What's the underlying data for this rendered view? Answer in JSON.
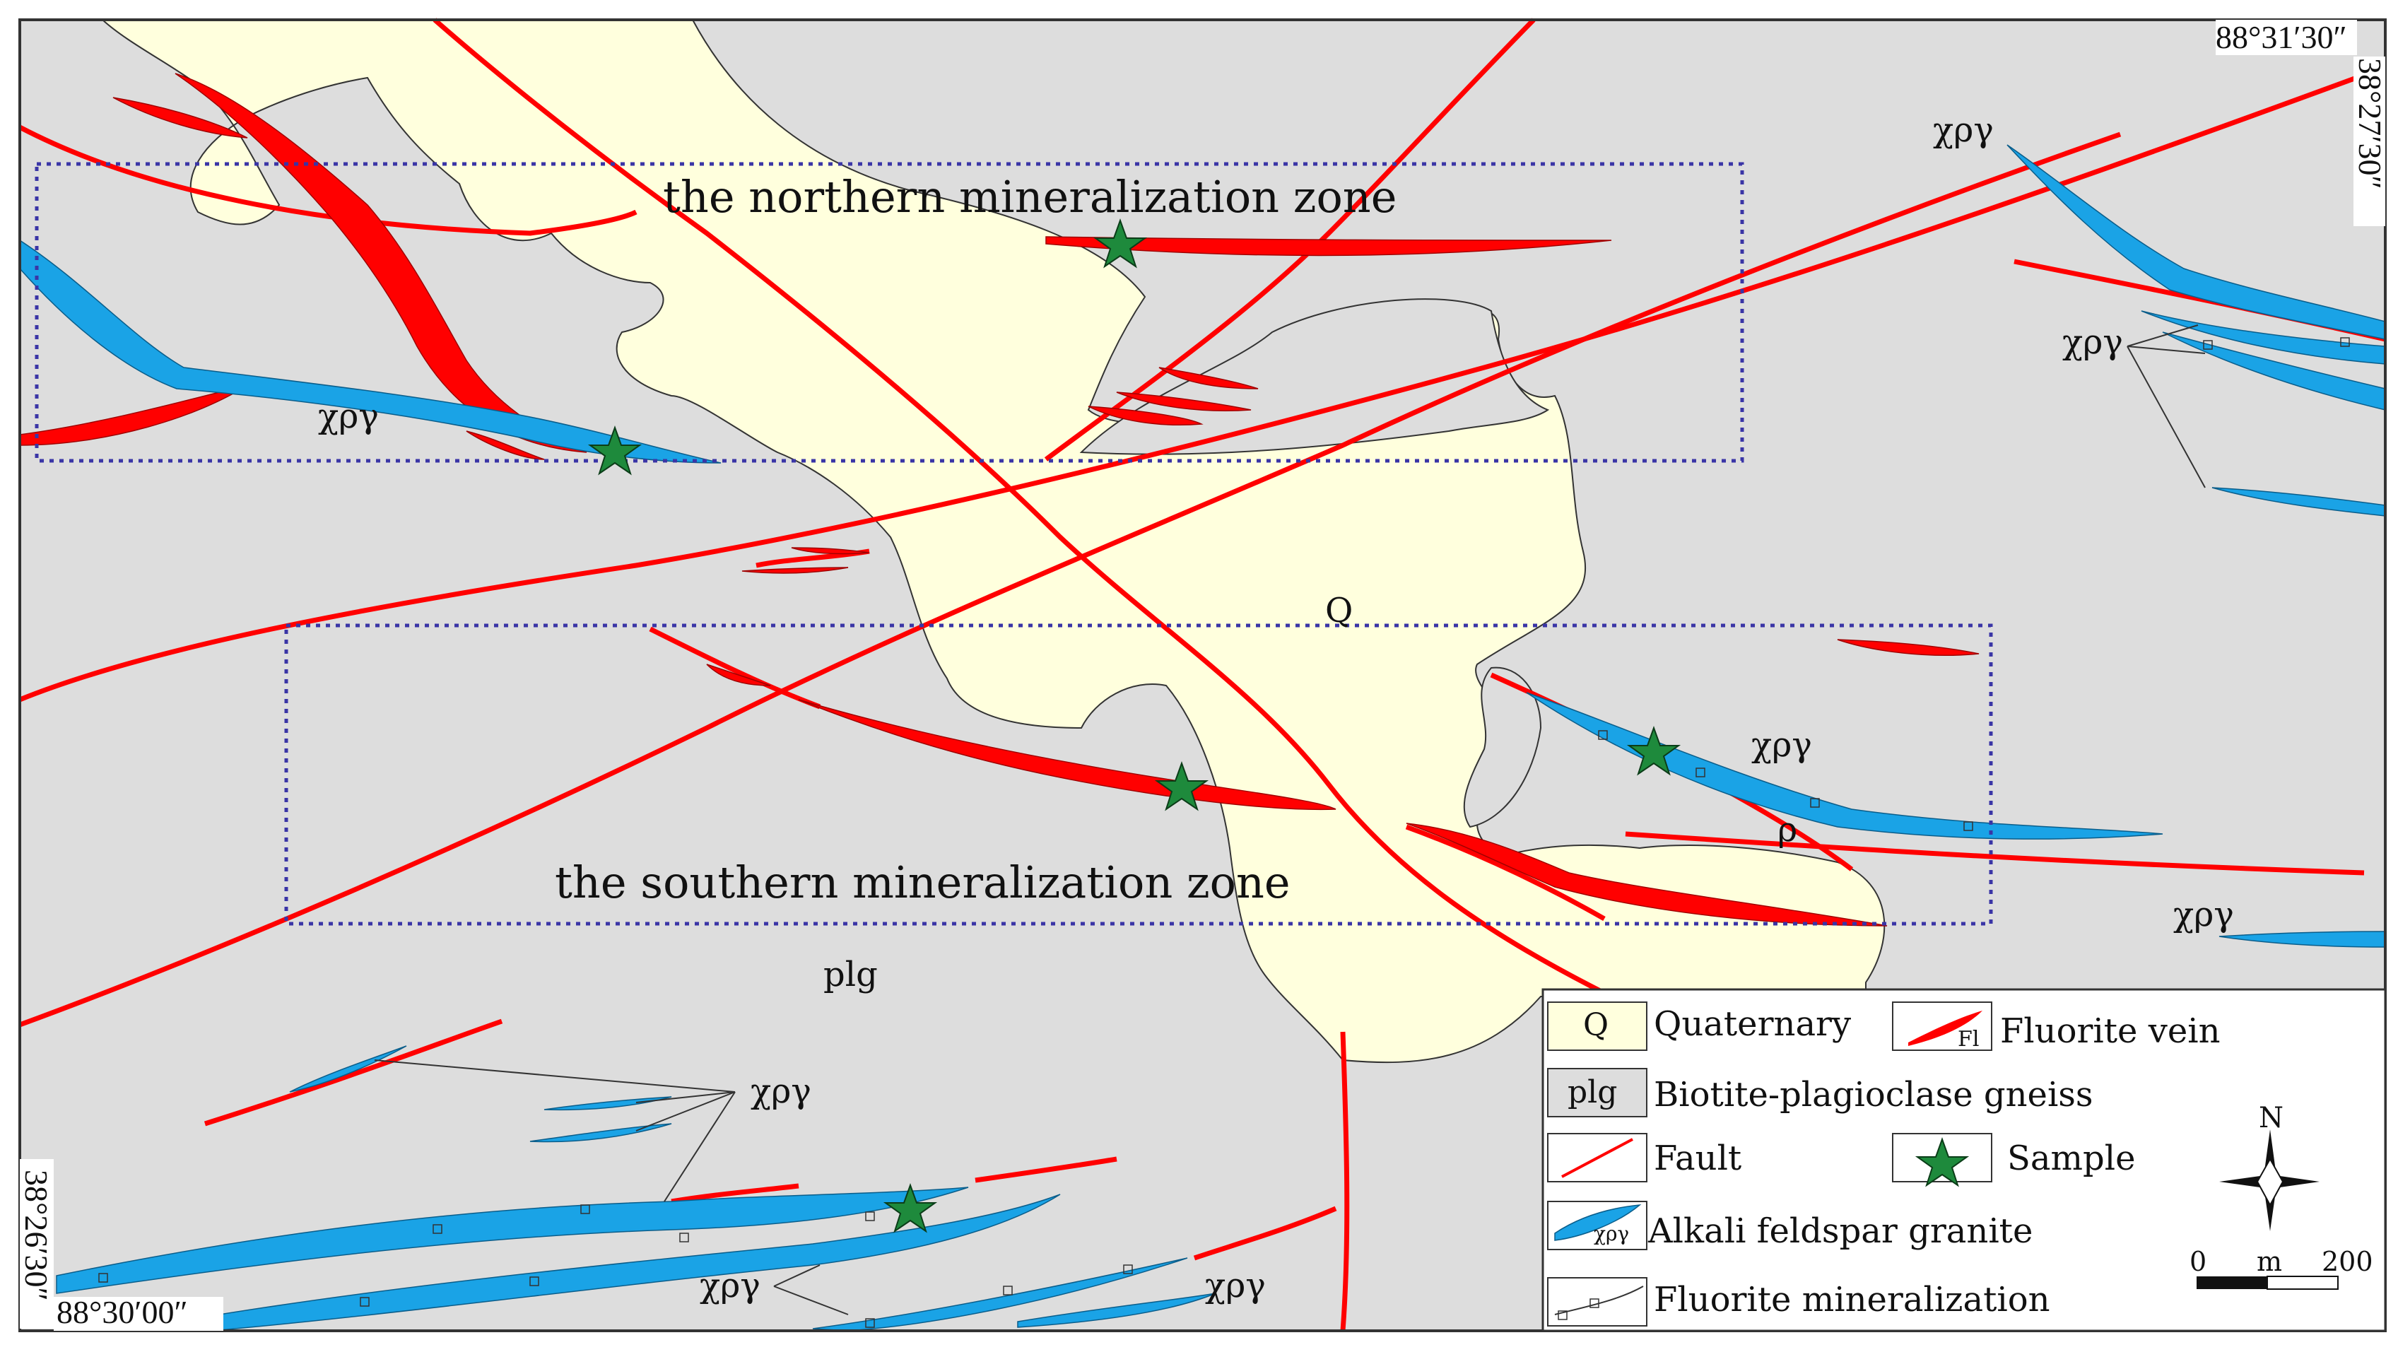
{
  "colors": {
    "background": "#dddddd",
    "quaternary": "#ffffdd",
    "fluorite_vein": "#ff0000",
    "fault": "#ff0000",
    "granite": "#1aa3e6",
    "zone_box": "#3a35a6",
    "sample": "#1e8a3c",
    "frame": "#333333"
  },
  "zones": {
    "northern_label": "the northern mineralization zone",
    "southern_label": "the southern mineralization zone"
  },
  "unit_labels": {
    "granite": "χργ",
    "quaternary": "Q",
    "gneiss": "plg",
    "rho": "ρ"
  },
  "coordinates": {
    "top_longitude": "88°31′30″",
    "right_latitude": "38°27′30″",
    "left_latitude": "38°26′30″",
    "bottom_longitude": "88°30′00″"
  },
  "legend": {
    "quaternary_symbol": "Q",
    "quaternary_label": "Quaternary",
    "fluorite_symbol": "Fl",
    "fluorite_label": "Fluorite  vein",
    "gneiss_symbol": "plg",
    "gneiss_label": "Biotite-plagioclase gneiss",
    "fault_label": "Fault",
    "sample_label": "Sample",
    "granite_symbol": "χργ",
    "granite_label": "Alkali feldspar granite",
    "mineralization_label": "Fluorite  mineralization"
  },
  "north_arrow": {
    "label": "N",
    "icon": "compass-rose-icon"
  },
  "scale_bar": {
    "start": "0",
    "unit": "m",
    "end": "200"
  }
}
